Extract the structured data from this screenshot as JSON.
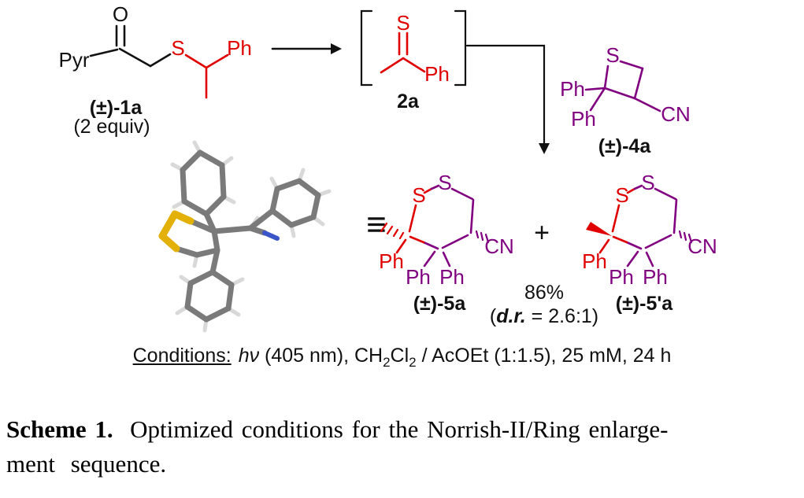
{
  "palette": {
    "red_fragment": "#e00000",
    "purple_fragment": "#800080",
    "black": "#111111",
    "sulfur_yellow": "#e2b007",
    "nitrogen_blue": "#3a55c8",
    "carbon_gray": "#7a7a7a",
    "hydrogen_gray": "#d9d9d9"
  },
  "compound_1a": {
    "pyr": "Pyr",
    "o": "O",
    "s": "S",
    "ph": "Ph",
    "label": "(±)-1a",
    "equiv": "(2 equiv)"
  },
  "compound_2a": {
    "s": "S",
    "ph": "Ph",
    "label": "2a"
  },
  "compound_4a": {
    "s": "S",
    "ph_top": "Ph",
    "ph_bottom": "Ph",
    "cn": "CN",
    "label": "(±)-4a"
  },
  "identity_symbol": "≡",
  "compound_5a": {
    "s_left": "S",
    "s_right": "S",
    "ph_red": "Ph",
    "ph_left": "Ph",
    "ph_right": "Ph",
    "cn": "CN",
    "label": "(±)-5a"
  },
  "plus_sign": "+",
  "yield_info": {
    "percent": "86%",
    "dr_open": "(",
    "dr_label": "d.r.",
    "dr_value": " = 2.6:1)"
  },
  "compound_5pa": {
    "s_left": "S",
    "s_right": "S",
    "ph_red": "Ph",
    "ph_left": "Ph",
    "ph_right": "Ph",
    "cn": "CN",
    "label": "(±)-5'a"
  },
  "conditions": {
    "label": "Conditions:",
    "hv": "hν",
    "part1": " (405 nm), CH",
    "sub1": "2",
    "part2": "Cl",
    "sub2": "2",
    "part3": " / AcOEt (1:1.5), 25 mM, 24 h"
  },
  "caption": {
    "title": "Scheme 1.",
    "text1": "  Optimized conditions for the Norrish-II/Ring enlarge-",
    "text2": "ment sequence."
  }
}
